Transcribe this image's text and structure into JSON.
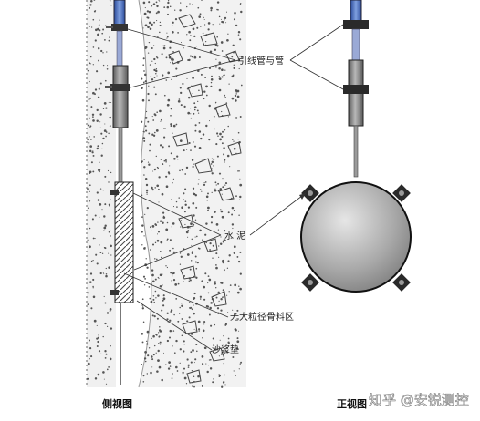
{
  "labels": {
    "cable_pipe": "引线管与管",
    "cement": "水 泥",
    "sand_fill": "无大粒径骨料区",
    "sand_cushion": "沙浆垫"
  },
  "captions": {
    "side_view": "侧视图",
    "front_view": "正视图"
  },
  "watermark": "知乎 @安锐测控",
  "colors": {
    "pipe_blue": "#3d62b5",
    "pipe_gray": "#8a8a8a",
    "dark_bracket": "#2a2a2a",
    "concrete": "#f0f0f0",
    "dot": "#555555"
  }
}
